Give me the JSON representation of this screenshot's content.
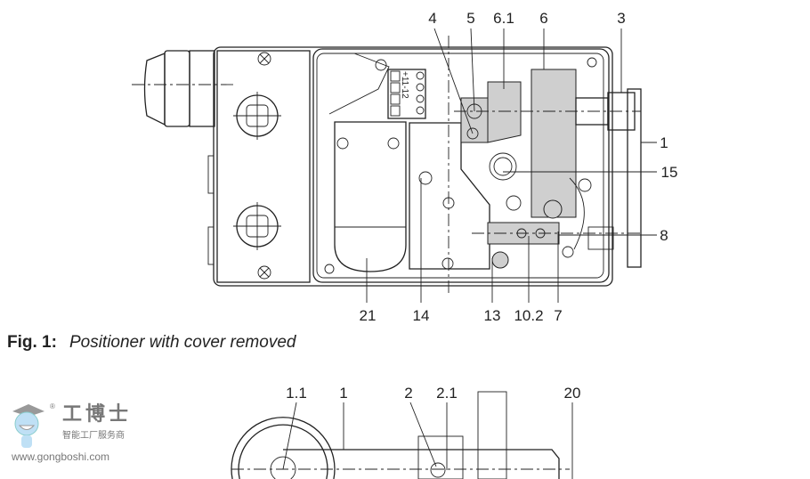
{
  "figure1": {
    "callouts_top": [
      "4",
      "5",
      "6.1",
      "6",
      "3"
    ],
    "callouts_right": [
      "1",
      "15",
      "8"
    ],
    "callouts_bottom": [
      "21",
      "14",
      "13",
      "10.2",
      "7"
    ],
    "terminal_marks": "+11-12"
  },
  "caption": {
    "number": "Fig. 1:",
    "text": "Positioner with cover removed"
  },
  "figure2": {
    "callouts_top": [
      "1.1",
      "1",
      "2",
      "2.1",
      "20"
    ]
  },
  "watermark": {
    "name_cn": "工博士",
    "tagline_cn": "智能工厂服务商",
    "url": "www.gongboshi.com",
    "registered": "®"
  }
}
